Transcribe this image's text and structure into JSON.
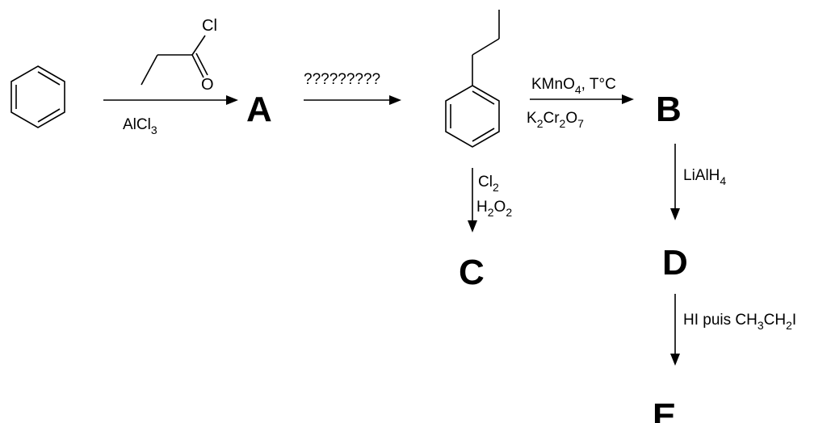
{
  "compounds": {
    "A": "A",
    "B": "B",
    "C": "C",
    "D": "D",
    "E": "E"
  },
  "reagents": {
    "step1_below": {
      "main": "AlCl",
      "sub": "3"
    },
    "step2_above": "?????????",
    "step3_above": {
      "p1": "KMnO",
      "s1": "4",
      "p2": ", T°C"
    },
    "step3_below": {
      "p1": "K",
      "s1": "2",
      "p2": "Cr",
      "s2": "2",
      "p3": "O",
      "s3": "7"
    },
    "step4_line1": {
      "p1": "Cl",
      "s1": "2"
    },
    "step4_line2": {
      "p1": "H",
      "s1": "2",
      "p2": "O",
      "s2": "2"
    },
    "step5": {
      "p1": "LiAlH",
      "s1": "4"
    },
    "step6": {
      "p1": "HI puis CH",
      "s1": "3",
      "p2": "CH",
      "s2": "2",
      "p3": "I"
    }
  },
  "acyl_chloride": {
    "cl_label": "Cl",
    "o_label": "O"
  }
}
